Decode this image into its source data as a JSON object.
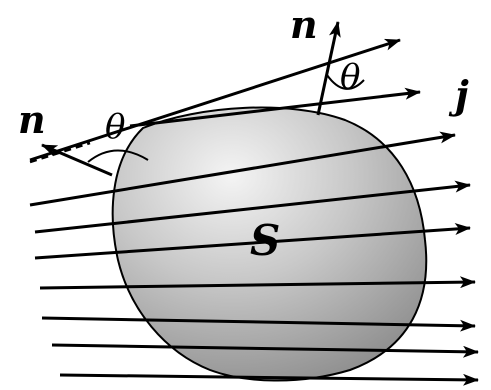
{
  "diagram": {
    "labels": {
      "normal_top": "n",
      "normal_left": "n",
      "angle_top": "θ",
      "angle_left": "θ",
      "current_density": "j",
      "surface": "S"
    },
    "colors": {
      "ink": "#000000",
      "surface_light": "#f4f4f4",
      "surface_mid": "#bdbdbd",
      "surface_dark": "#8a8a8a",
      "background": "#ffffff"
    }
  }
}
